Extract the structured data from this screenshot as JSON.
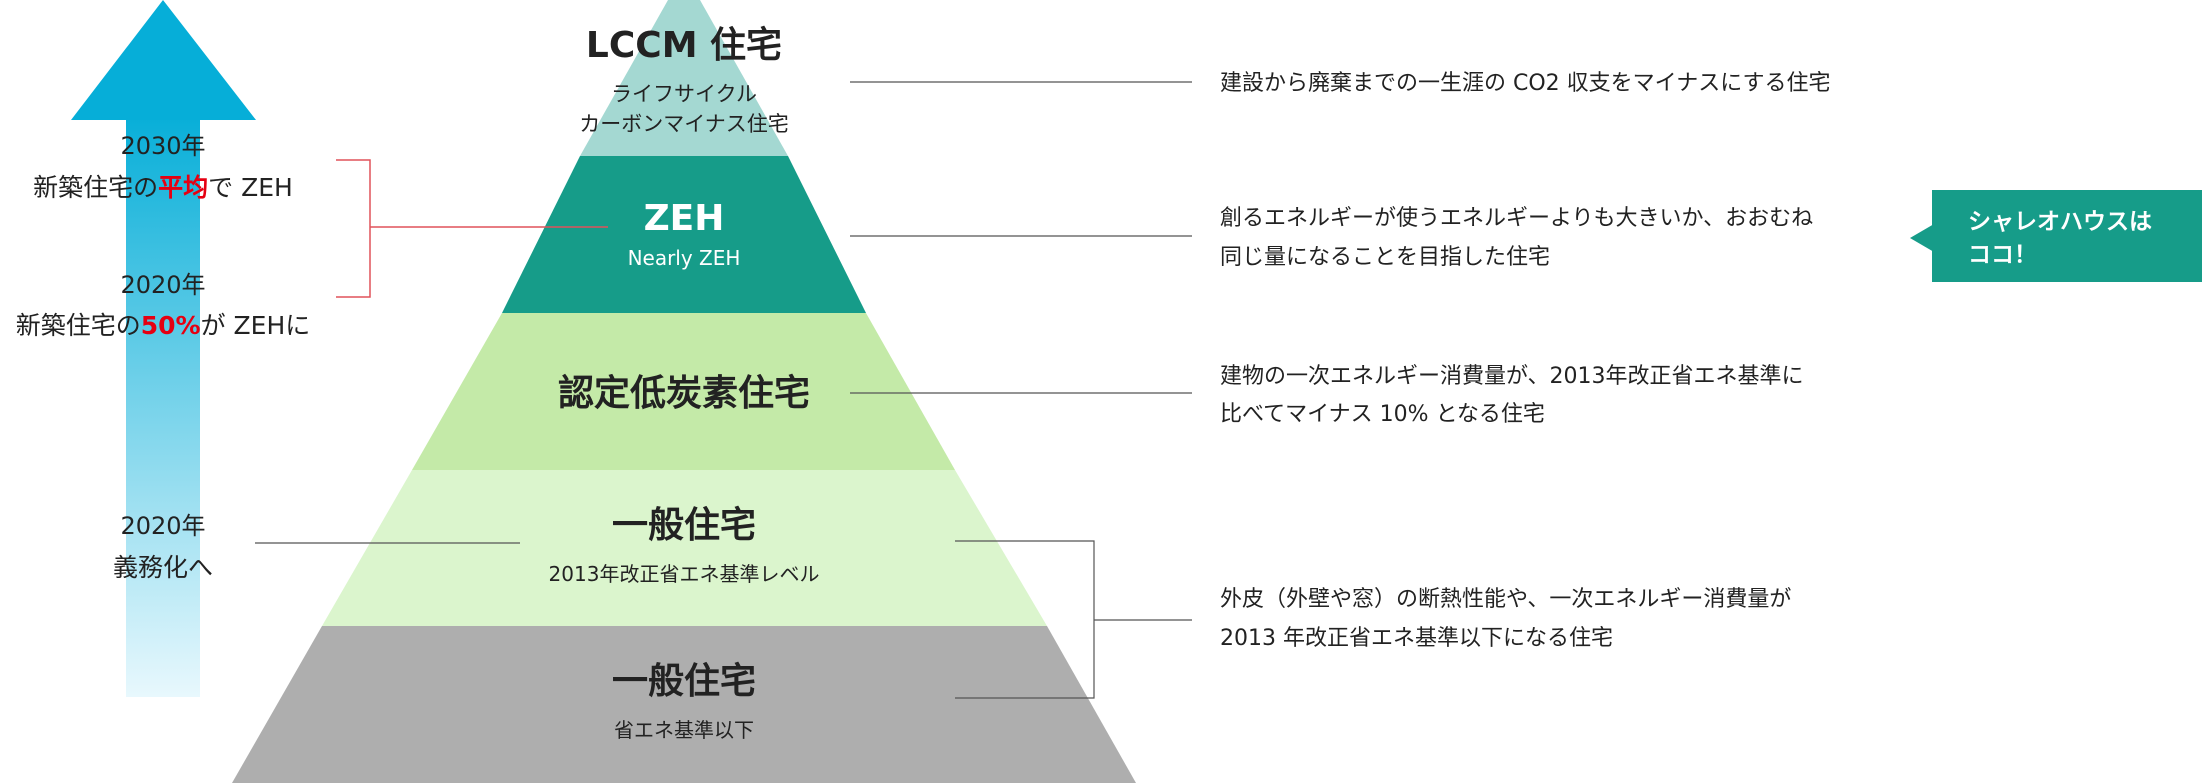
{
  "colors": {
    "arrow_top": "#06AED8",
    "arrow_bottom": "#E8F8FD",
    "lccm": "#A4D8D2",
    "zeh": "#169C89",
    "lowcarbon": "#C4EAA8",
    "general": "#DBF5CD",
    "below": "#AEAEAE",
    "callout": "#169C89",
    "highlight": "#E60012",
    "bracket": "#E0525A",
    "line": "#555555"
  },
  "left": {
    "milestone_2030": {
      "year": "2030年",
      "line_pre": "新築住宅の",
      "line_em": "平均",
      "line_post": "で ZEH"
    },
    "milestone_2020_zeh": {
      "year": "2020年",
      "line_pre": "新築住宅の",
      "line_em": "50%",
      "line_post": "が ZEHに"
    },
    "milestone_2020_mandatory": {
      "year": "2020年",
      "line": "義務化へ"
    }
  },
  "pyramid": {
    "lccm": {
      "title": "LCCM 住宅",
      "sub1": "ライフサイクル",
      "sub2": "カーボンマイナス住宅"
    },
    "zeh": {
      "title": "ZEH",
      "sub": "Nearly ZEH"
    },
    "lowcarbon": {
      "title": "認定低炭素住宅"
    },
    "general": {
      "title": "一般住宅",
      "sub": "2013年改正省エネ基準レベル"
    },
    "below": {
      "title": "一般住宅",
      "sub": "省エネ基準以下"
    }
  },
  "descriptions": {
    "lccm": {
      "line1": "建設から廃棄までの一生涯の CO2 収支をマイナスにする住宅"
    },
    "zeh": {
      "line1": "創るエネルギーが使うエネルギーよりも大きいか、おおむね",
      "line2": "同じ量になることを目指した住宅"
    },
    "lowcarbon": {
      "line1": "建物の一次エネルギー消費量が、2013年改正省エネ基準に",
      "line2": "比べてマイナス 10% となる住宅"
    },
    "general": {
      "line1": "外皮（外壁や窓）の断熱性能や、一次エネルギー消費量が",
      "line2": "2013 年改正省エネ基準以下になる住宅"
    }
  },
  "callout": {
    "line1": "シャレオハウスは",
    "line2": "ココ！"
  }
}
